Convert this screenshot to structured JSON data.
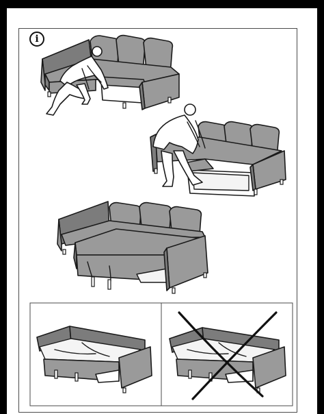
{
  "document": {
    "info_glyph": "i",
    "icon": "info-icon",
    "steps": [
      {
        "name": "step-1-kneel-open-storage"
      },
      {
        "name": "step-2-lift-lid"
      },
      {
        "name": "step-3-sofa-bed-extended"
      }
    ],
    "comparison": [
      {
        "name": "correct-bed-setup",
        "status": "correct"
      },
      {
        "name": "incorrect-bed-setup",
        "status": "incorrect"
      }
    ]
  },
  "colors": {
    "sofa_fill": "#9a9a9a",
    "sofa_dark": "#7c7c7c",
    "outline": "#1a1a1a",
    "bed_fill": "#f4f4f4",
    "cross": "#111111"
  }
}
